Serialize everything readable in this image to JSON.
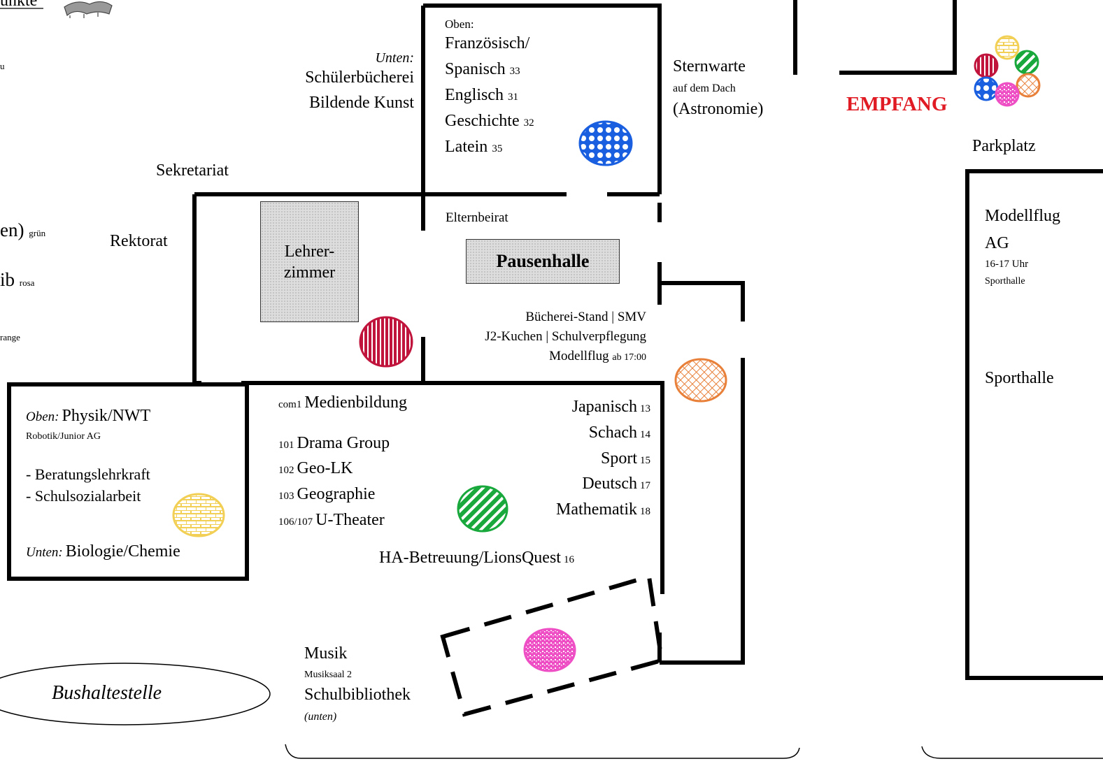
{
  "title_fragment": "unkte",
  "legend": {
    "l1": "u",
    "l2": "",
    "l3": "en)",
    "l3_color": "grün",
    "l4": "ib",
    "l4_color": "rosa",
    "l5": "range"
  },
  "rooms": {
    "unten_label": "Unten:",
    "schuelerbuecherei": "Schülerbücherei",
    "bildende_kunst": "Bildende Kunst",
    "sekretariat": "Sekretariat",
    "rektorat": "Rektorat",
    "lehrerzimmer_1": "Lehrer-",
    "lehrerzimmer_2": "zimmer",
    "oben_label": "Oben:",
    "franzoesisch": "Französisch/",
    "spanisch": "Spanisch",
    "spanisch_nr": "33",
    "englisch": "Englisch",
    "englisch_nr": "31",
    "geschichte": "Geschichte",
    "geschichte_nr": "32",
    "latein": "Latein",
    "latein_nr": "35",
    "sternwarte": "Sternwarte",
    "sternwarte_sub": "auf dem Dach",
    "astronomie": "(Astronomie)",
    "empfang": "EMPFANG",
    "parkplatz": "Parkplatz",
    "elternbeirat": "Elternbeirat",
    "pausenhalle": "Pausenhalle",
    "stand_1": "Bücherei-Stand | SMV",
    "stand_2": "J2-Kuchen | Schulverpflegung",
    "stand_3": "Modellflug",
    "stand_3_time": "ab 17:00",
    "modellflug_1": "Modellflug",
    "modellflug_2": "AG",
    "modellflug_time": "16-17 Uhr",
    "modellflug_place": "Sporthalle",
    "sporthalle": "Sporthalle",
    "physik_oben": "Oben:",
    "physik": "Physik/NWT",
    "robotik": "Robotik/Junior AG",
    "beratung": "- Beratungslehrkraft",
    "sozial": "- Schulsozialarbeit",
    "bio_unten": "Unten:",
    "bio": "Biologie/Chemie",
    "bushaltestelle": "Bushaltestelle",
    "com1": "com1",
    "medienbildung": "Medienbildung",
    "r101": "101",
    "drama": "Drama Group",
    "r102": "102",
    "geolk": "Geo-LK",
    "r103": "103",
    "geographie": "Geographie",
    "r106": "106/107",
    "utheater": "U-Theater",
    "japanisch": "Japanisch",
    "japanisch_nr": "13",
    "schach": "Schach",
    "schach_nr": "14",
    "sport": "Sport",
    "sport_nr": "15",
    "deutsch": "Deutsch",
    "deutsch_nr": "17",
    "mathematik": "Mathematik",
    "mathematik_nr": "18",
    "ha": "HA-Betreuung/LionsQuest",
    "ha_nr": "16",
    "musik": "Musik",
    "musiksaal": "Musiksaal 2",
    "schulbibliothek": "Schulbibliothek",
    "unten_paren": "(unten)"
  },
  "colors": {
    "red": "#c0143c",
    "blue": "#1a5fe0",
    "green": "#18a83c",
    "yellow": "#f2cf55",
    "orange": "#e8803a",
    "pink": "#ee4fc4",
    "empfang": "#e01b24"
  }
}
